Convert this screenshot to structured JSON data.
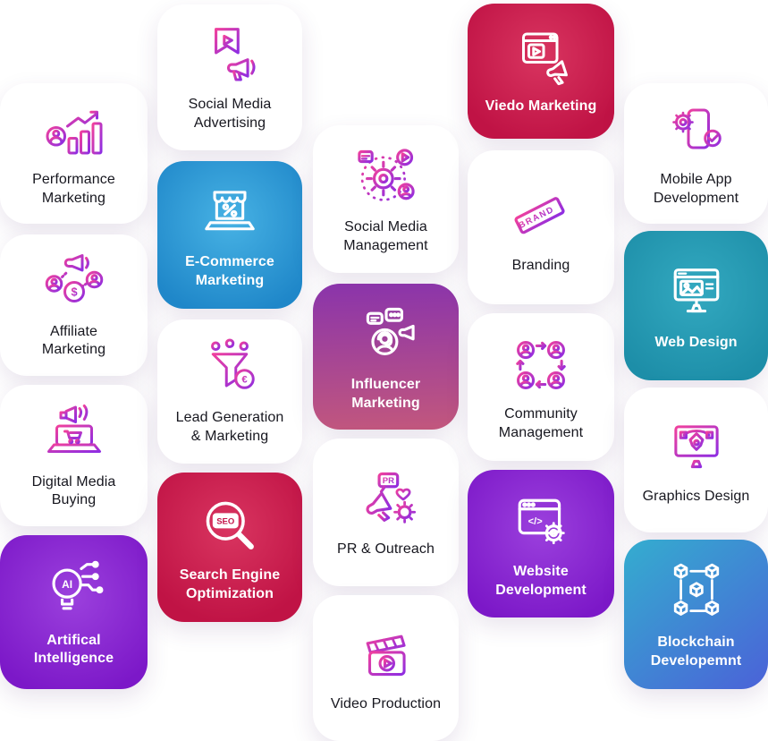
{
  "colors": {
    "background": "#ffffff",
    "card_white": "#ffffff",
    "text_dark": "#17171f",
    "text_light": "#ffffff",
    "icon_gradient_start": "#f0409d",
    "icon_gradient_end": "#8e2de2",
    "card_red": "#c01345",
    "card_blue": "#1f87c9",
    "card_purple": "#7c18c8",
    "card_teal": "#1d8ea8",
    "card_pinkpurple_top": "#8a34ab",
    "card_pinkpurple_bottom": "#c2577d",
    "card_bluegrad_start": "#34adcf",
    "card_bluegrad_end": "#4b62d8"
  },
  "icon_texts": {
    "ai": "AI",
    "seo": "SEO",
    "pr": "PR",
    "brand": "BRAND",
    "dollar": "$",
    "euro": "€",
    "code": "</>"
  },
  "cards": [
    {
      "id": "performance-marketing",
      "label": "Performance\nMarketing",
      "icon": "performance-chart-icon",
      "variant": "white"
    },
    {
      "id": "affiliate-marketing",
      "label": "Affiliate\nMarketing",
      "icon": "affiliate-network-icon",
      "variant": "white"
    },
    {
      "id": "digital-media-buying",
      "label": "Digital Media\nBuying",
      "icon": "laptop-megaphone-icon",
      "variant": "white"
    },
    {
      "id": "artificial-intelligence",
      "label": "Artifical\nIntelligence",
      "icon": "ai-bulb-icon",
      "variant": "purple"
    },
    {
      "id": "social-media-advertising",
      "label": "Social Media\nAdvertising",
      "icon": "flag-megaphone-icon",
      "variant": "white"
    },
    {
      "id": "e-commerce-marketing",
      "label": "E-Commerce\nMarketing",
      "icon": "shop-laptop-icon",
      "variant": "blue"
    },
    {
      "id": "lead-generation-marketing",
      "label": "Lead Generation\n& Marketing",
      "icon": "funnel-euro-icon",
      "variant": "white"
    },
    {
      "id": "search-engine-optimization",
      "label": "Search Engine\nOptimization",
      "icon": "seo-magnifier-icon",
      "variant": "red"
    },
    {
      "id": "social-media-management",
      "label": "Social Media\nManagement",
      "icon": "gear-orbit-icon",
      "variant": "white"
    },
    {
      "id": "influencer-marketing",
      "label": "Influencer\nMarketing",
      "icon": "influencer-person-icon",
      "variant": "pinkpurple"
    },
    {
      "id": "pr-outreach",
      "label": "PR & Outreach",
      "icon": "pr-megaphone-icon",
      "variant": "white"
    },
    {
      "id": "video-production",
      "label": "Video Production",
      "icon": "clapperboard-icon",
      "variant": "white"
    },
    {
      "id": "viedo-marketing",
      "label": "Viedo Marketing",
      "icon": "video-player-megaphone-icon",
      "variant": "red"
    },
    {
      "id": "branding",
      "label": "Branding",
      "icon": "brand-tag-icon",
      "variant": "white"
    },
    {
      "id": "community-management",
      "label": "Community\nManagement",
      "icon": "people-cycle-icon",
      "variant": "white"
    },
    {
      "id": "website-development",
      "label": "Website\nDevelopment",
      "icon": "browser-code-gear-icon",
      "variant": "purple"
    },
    {
      "id": "mobile-app-development",
      "label": "Mobile App\nDevelopment",
      "icon": "phone-gear-check-icon",
      "variant": "white"
    },
    {
      "id": "web-design",
      "label": "Web Design",
      "icon": "monitor-image-icon",
      "variant": "teal"
    },
    {
      "id": "graphics-design",
      "label": "Graphics Design",
      "icon": "monitor-pen-tool-icon",
      "variant": "white"
    },
    {
      "id": "blockchain-development",
      "label": "Blockchain\nDevelopemnt",
      "icon": "blockchain-cubes-icon",
      "variant": "bluegrad"
    }
  ]
}
